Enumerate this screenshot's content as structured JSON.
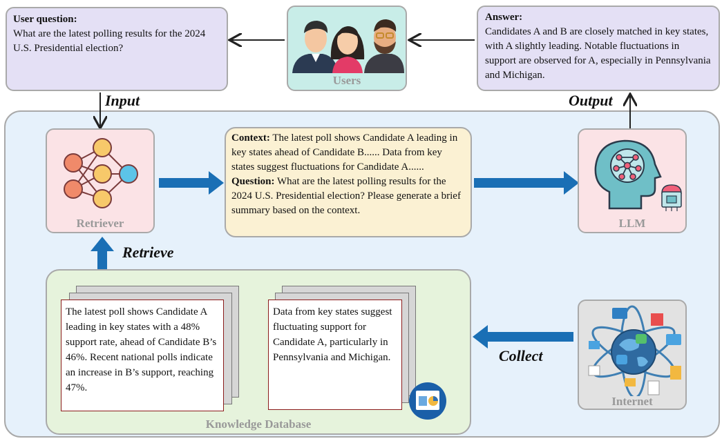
{
  "user_question": {
    "heading": "User question:",
    "text": "What are the latest polling results for the 2024 U.S. Presidential election?"
  },
  "users": {
    "label": "Users"
  },
  "answer": {
    "heading": "Answer:",
    "text": "Candidates A and B are closely matched in key states, with A slightly leading. Notable fluctuations in support are observed for A, especially in Pennsylvania and Michigan."
  },
  "flow_labels": {
    "input": "Input",
    "output": "Output",
    "retrieve": "Retrieve",
    "collect": "Collect"
  },
  "retriever": {
    "label": "Retriever"
  },
  "llm": {
    "label": "LLM"
  },
  "prompt": {
    "context_heading": "Context:",
    "context_text": "The latest poll shows Candidate A leading in key states ahead of Candidate B...... Data from key states suggest fluctuations for Candidate A......",
    "question_heading": "Question:",
    "question_text": "What are the latest polling results for the 2024 U.S. Presidential election? Please generate a brief summary based on the context."
  },
  "knowledge_db": {
    "label": "Knowledge Database",
    "doc1": "The latest poll shows Candidate A leading in key states with a 48% support rate, ahead of Candidate B’s 46%. Recent national polls indicate an increase in B’s support, reaching 47%.",
    "doc2": "Data from key states suggest fluctuating support for Candidate A, particularly in Pennsylvania and Michigan."
  },
  "internet": {
    "label": "Internet"
  },
  "icons": [
    "users-icon",
    "neural-network-icon",
    "brain-icon",
    "chip-icon",
    "database-icon",
    "internet-globe-icon"
  ],
  "colors": {
    "lavender_box": "#e4e0f5",
    "users_box": "#c8ede8",
    "system_bg": "#e6f1fb",
    "pink_box": "#fbe3e6",
    "prompt_box": "#fbf1d3",
    "kb_box": "#e6f3dc",
    "internet_box": "#e2e2e2",
    "arrow_blue": "#1a6fb5"
  }
}
